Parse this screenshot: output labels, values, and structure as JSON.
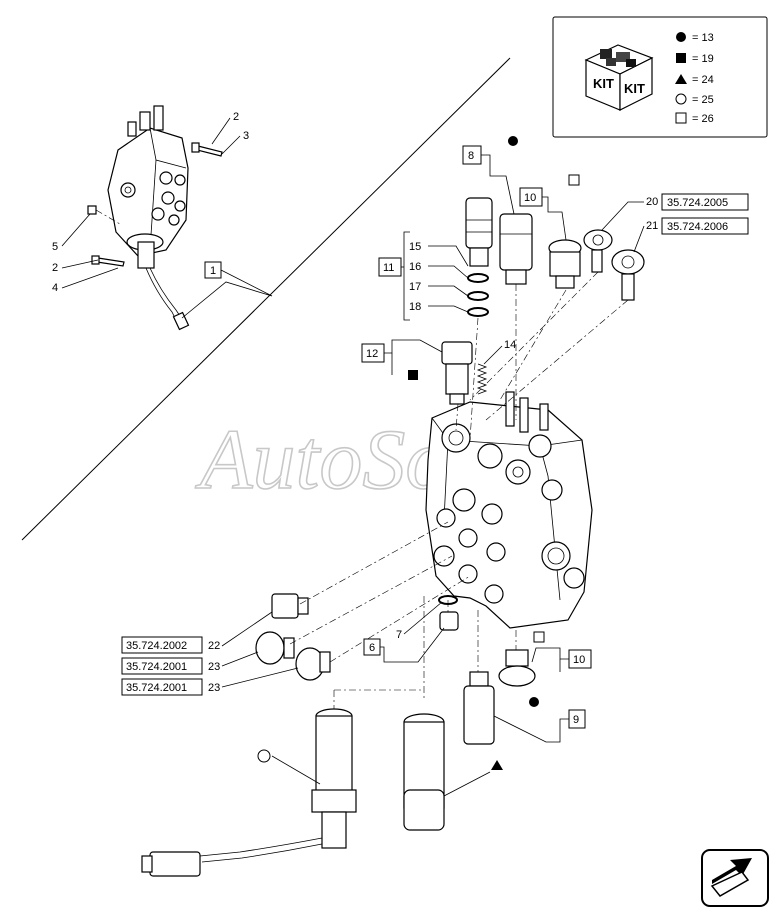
{
  "watermark": "AutoSoft",
  "legend": {
    "kit_icon_text_1": "KIT",
    "kit_icon_text_2": "KIT",
    "entries": [
      {
        "symbol": "filled-circle",
        "text": "= 13"
      },
      {
        "symbol": "filled-square",
        "text": "= 19"
      },
      {
        "symbol": "filled-triangle",
        "text": "= 24"
      },
      {
        "symbol": "open-circle",
        "text": "= 25"
      },
      {
        "symbol": "open-square",
        "text": "= 26"
      }
    ]
  },
  "callouts": {
    "n1": "1",
    "n2a": "2",
    "n2b": "2",
    "n3": "3",
    "n4": "4",
    "n5": "5",
    "n6": "6",
    "n7": "7",
    "n8": "8",
    "n9": "9",
    "n10a": "10",
    "n10b": "10",
    "n11": "11",
    "n12": "12",
    "n14": "14",
    "n15": "15",
    "n16": "16",
    "n17": "17",
    "n18": "18",
    "n20": "20",
    "n21": "21",
    "n22": "22",
    "n23a": "23",
    "n23b": "23"
  },
  "references": {
    "r20": "35.724.2005",
    "r21": "35.724.2006",
    "r22": "35.724.2002",
    "r23a": "35.724.2001",
    "r23b": "35.724.2001"
  }
}
